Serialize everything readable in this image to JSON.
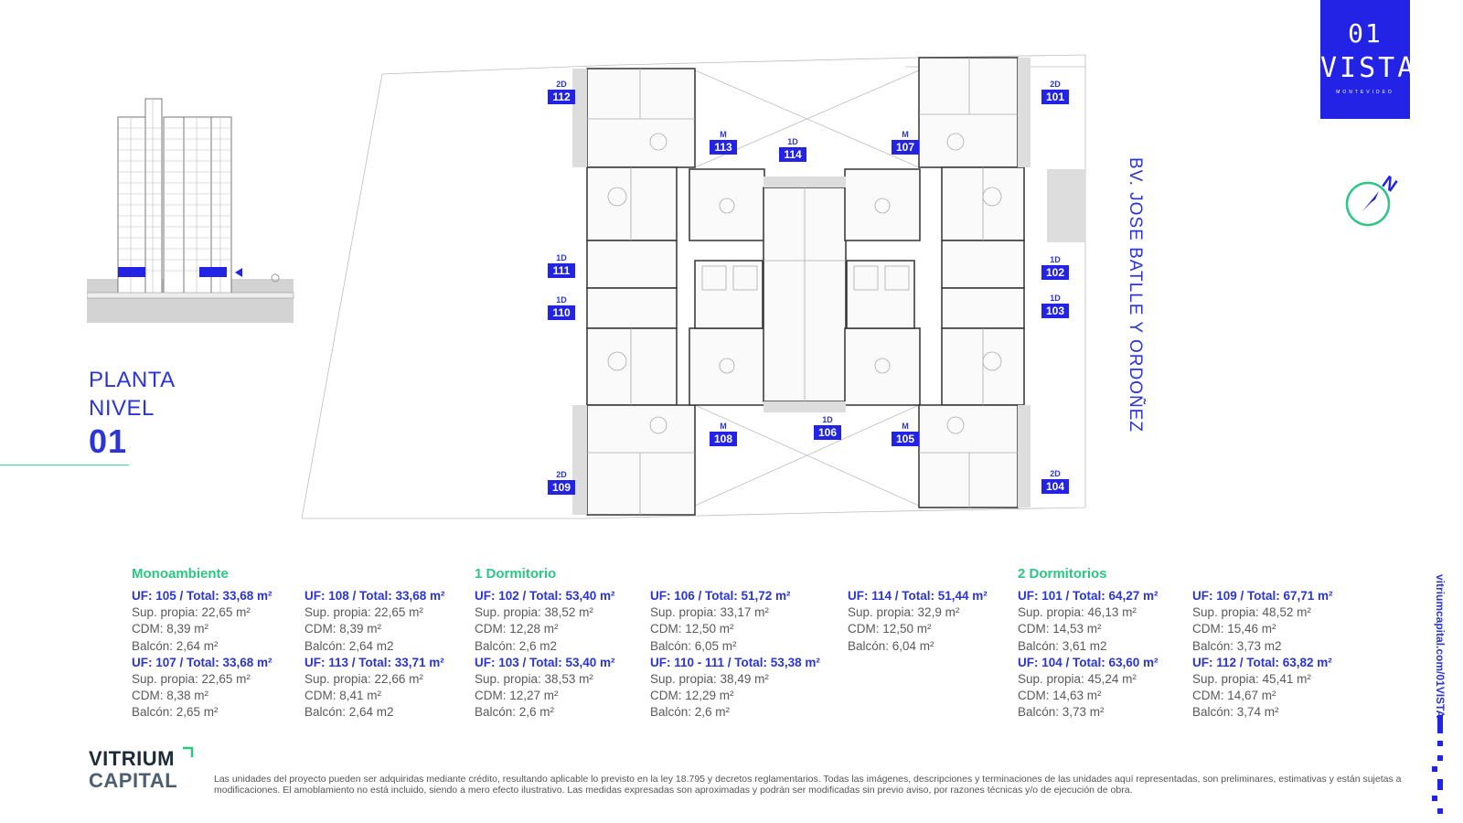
{
  "header": {
    "line1": "PLANTA",
    "line2": "NIVEL",
    "level": "01"
  },
  "logo": {
    "number": "01",
    "word": "VISTA",
    "sub": "MONTEVIDEO"
  },
  "compass": {
    "letter": "N",
    "color": "#2cc784"
  },
  "street": "BV. JOSE BATLLE Y ORDOÑEZ",
  "url": "vitriumcapital.com/01VISTA",
  "units": [
    {
      "type": "2D",
      "num": "112"
    },
    {
      "type": "2D",
      "num": "101"
    },
    {
      "type": "M",
      "num": "113"
    },
    {
      "type": "1D",
      "num": "114"
    },
    {
      "type": "M",
      "num": "107"
    },
    {
      "type": "1D",
      "num": "111"
    },
    {
      "type": "1D",
      "num": "110"
    },
    {
      "type": "1D",
      "num": "102"
    },
    {
      "type": "1D",
      "num": "103"
    },
    {
      "type": "M",
      "num": "108"
    },
    {
      "type": "1D",
      "num": "106"
    },
    {
      "type": "M",
      "num": "105"
    },
    {
      "type": "2D",
      "num": "109"
    },
    {
      "type": "2D",
      "num": "104"
    }
  ],
  "categories": {
    "mono": "Monoambiente",
    "one": "1 Dormitorio",
    "two": "2 Dormitorios"
  },
  "columns": [
    {
      "blocks": [
        {
          "uf": "UF: 105 / Total: 33,68 m²",
          "lines": [
            "Sup. propia: 22,65 m²",
            "CDM: 8,39 m²",
            "Balcón: 2,64 m²"
          ]
        },
        {
          "uf": "UF: 107 / Total: 33,68 m²",
          "lines": [
            "Sup. propia: 22,65 m²",
            "CDM: 8,38 m²",
            "Balcón: 2,65 m²"
          ]
        }
      ]
    },
    {
      "blocks": [
        {
          "uf": "UF: 108 / Total: 33,68 m²",
          "lines": [
            "Sup. propia: 22,65 m²",
            "CDM: 8,39 m²",
            "Balcón: 2,64 m2"
          ]
        },
        {
          "uf": "UF: 113 / Total: 33,71 m²",
          "lines": [
            "Sup. propia: 22,66 m²",
            "CDM: 8,41 m²",
            "Balcón: 2,64 m2"
          ]
        }
      ]
    },
    {
      "blocks": [
        {
          "uf": "UF: 102 / Total: 53,40 m²",
          "lines": [
            "Sup. propia: 38,52 m²",
            "CDM: 12,28 m²",
            "Balcón: 2,6 m2"
          ]
        },
        {
          "uf": "UF: 103 / Total: 53,40 m²",
          "lines": [
            "Sup. propia: 38,53 m²",
            "CDM: 12,27 m²",
            "Balcón: 2,6 m²"
          ]
        }
      ]
    },
    {
      "blocks": [
        {
          "uf": "UF: 106 / Total: 51,72 m²",
          "lines": [
            "Sup. propia: 33,17 m²",
            "CDM: 12,50 m²",
            "Balcón: 6,05 m²"
          ]
        },
        {
          "uf": "UF: 110 - 111 / Total: 53,38 m²",
          "lines": [
            "Sup. propia: 38,49 m²",
            "CDM: 12,29 m²",
            "Balcón: 2,6 m²"
          ]
        }
      ]
    },
    {
      "blocks": [
        {
          "uf": "UF: 114 / Total: 51,44 m²",
          "lines": [
            "Sup. propia: 32,9 m²",
            "CDM: 12,50 m²",
            "Balcón: 6,04 m²"
          ]
        }
      ]
    },
    {
      "blocks": [
        {
          "uf": "UF: 101 / Total: 64,27 m²",
          "lines": [
            "Sup. propia: 46,13 m²",
            "CDM: 14,53 m²",
            "Balcón: 3,61 m2"
          ]
        },
        {
          "uf": "UF: 104 / Total: 63,60 m²",
          "lines": [
            "Sup. propia: 45,24 m²",
            "CDM: 14,63 m²",
            "Balcón: 3,73 m²"
          ]
        }
      ]
    },
    {
      "blocks": [
        {
          "uf": "UF: 109 / Total: 67,71 m²",
          "lines": [
            "Sup. propia: 48,52 m²",
            "CDM: 15,46 m²",
            "Balcón: 3,73 m2"
          ]
        },
        {
          "uf": "UF: 112 / Total: 63,82 m²",
          "lines": [
            "Sup. propia: 45,41 m²",
            "CDM: 14,67 m²",
            "Balcón: 3,74 m²"
          ]
        }
      ]
    }
  ],
  "brand": {
    "line1": "VITRIUM",
    "line2": "CAPITAL",
    "color": "#1c2a3a"
  },
  "disclaimer": "Las unidades del proyecto pueden ser adquiridas mediante crédito, resultando aplicable lo previsto en la ley 18.795 y decretos reglamentarios. Todas las imágenes, descripciones y terminaciones de las unidades aquí representadas, son preliminares, estimativas y están sujetas a modificaciones. El amoblamiento no está incluido, siendo a mero efecto ilustrativo. Las medidas expresadas son aproximadas y podrán ser modificadas sin previo aviso, por razones técnicas y/o de ejecución de obra."
}
